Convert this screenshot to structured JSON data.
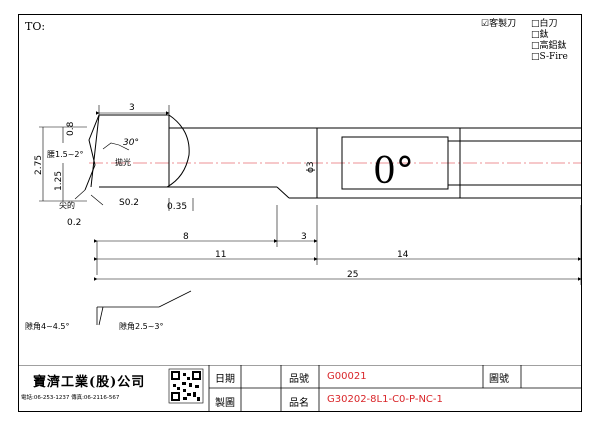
{
  "header": {
    "to_label": "TO:",
    "options": [
      {
        "label": "☑客製刀"
      },
      {
        "label": "□白刀"
      },
      {
        "label": "□鈦"
      },
      {
        "label": "□高鋁鈦"
      },
      {
        "label": "□S-Fire"
      }
    ]
  },
  "drawing": {
    "dim_3_top": "3",
    "angle_30": "30°",
    "dim_08": "0.8",
    "dim_275": "2.75",
    "dim_125": "1.25",
    "waist_note": "腰1.5~2°",
    "polish": "拋光",
    "phi3": "ϕ3",
    "zero_deg": "0°",
    "tip_note": "尖的",
    "s02": "S0.2",
    "dim_02": "0.2",
    "dim_035": "0.35",
    "dim_8": "8",
    "dim_3_mid": "3",
    "dim_11": "11",
    "dim_14": "14",
    "dim_25": "25",
    "clearance_1": "隙角4~4.5°",
    "clearance_2": "隙角2.5~3°"
  },
  "title_block": {
    "company": "寶濟工業(股)公司",
    "contact": "電話:06-253-1237 傳真:06-2116-567",
    "date_label": "日期",
    "drawer_label": "製圖",
    "part_no_label": "品號",
    "part_no_value": "G00021",
    "part_name_label": "品名",
    "part_name_value": "G30202-8L1-C0-P-NC-1",
    "drawing_no_label": "圖號"
  }
}
